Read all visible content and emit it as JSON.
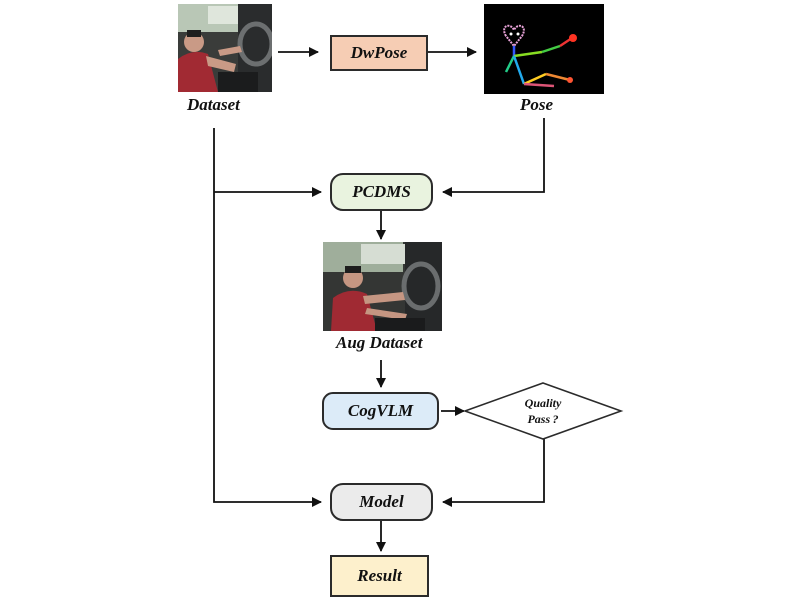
{
  "nodes": {
    "dataset_label": "Dataset",
    "dwpose_label": "DwPose",
    "pose_label": "Pose",
    "pcdms_label": "PCDMS",
    "aug_dataset_label": "Aug Dataset",
    "cogvlm_label": "CogVLM",
    "quality_line1": "Quality",
    "quality_line2": "Pass ?",
    "model_label": "Model",
    "result_label": "Result"
  },
  "colors": {
    "dwpose_fill": "#f6cdb4",
    "pcdms_fill": "#e9f3df",
    "cogvlm_fill": "#dcebf8",
    "model_fill": "#ebebeb",
    "result_fill": "#fdf0cc",
    "stroke": "#2b2b2b"
  },
  "icons": {
    "dataset_image": "driver-photo-icon",
    "pose_image": "pose-skeleton-icon",
    "aug_dataset_image": "augmented-driver-photo-icon"
  }
}
